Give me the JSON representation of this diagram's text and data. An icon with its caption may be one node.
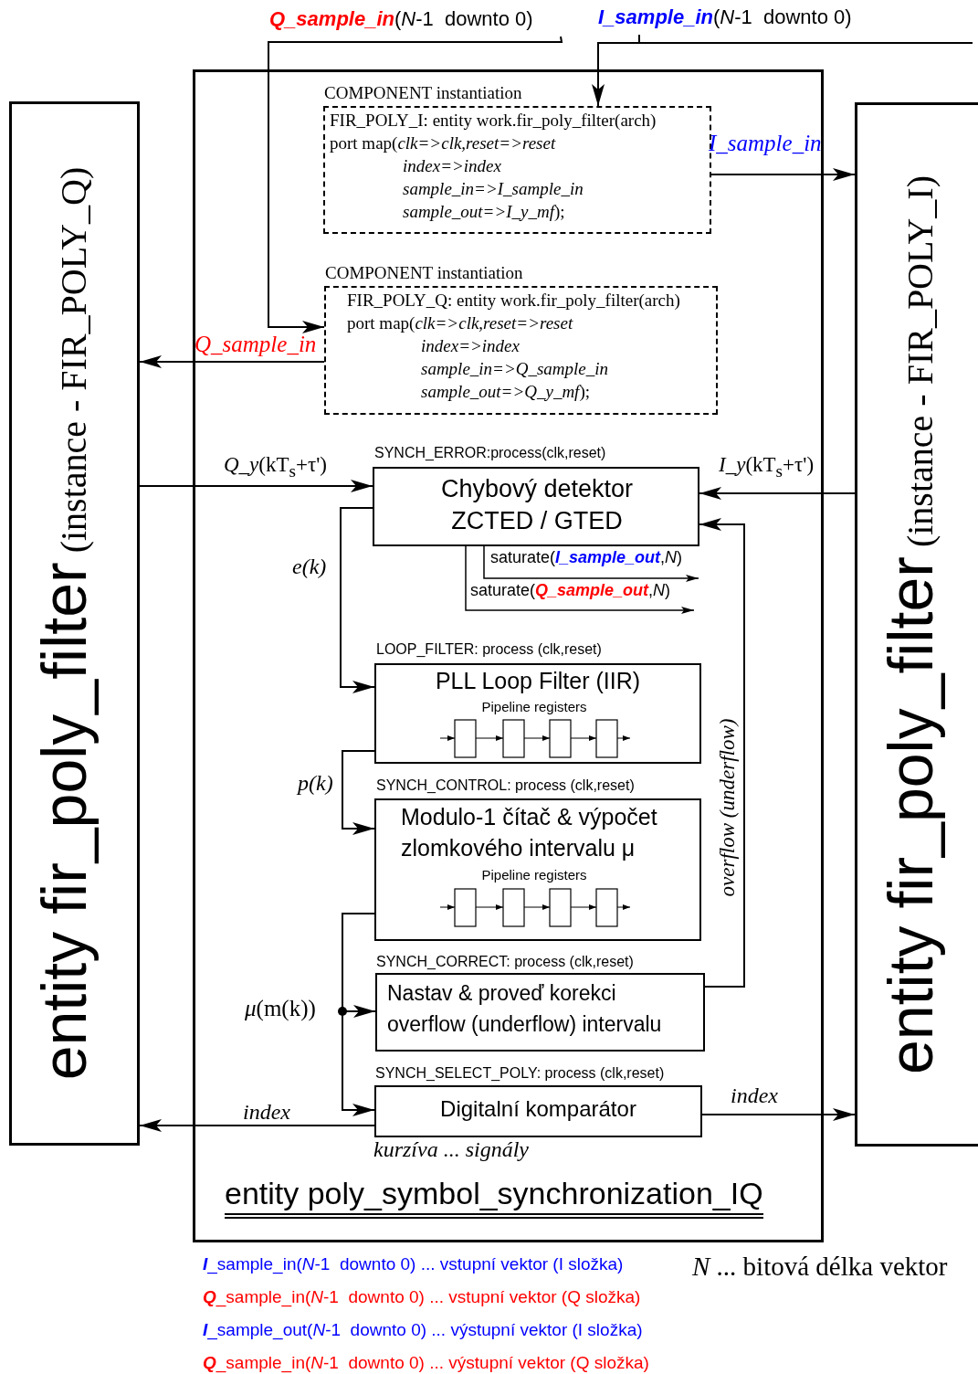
{
  "diagram": {
    "nodes": [
      {
        "text": [
          "entity fir_poly_filter",
          "(instance - FIR_POLY_Q)"
        ]
      },
      {
        "text": [
          "entity poly_symbol_synchronization_IQ"
        ]
      },
      {
        "text": [
          "entity fir_poly_filter",
          "(instance - FIR_POLY_I)"
        ]
      },
      {
        "text": [
          "COMPONENT instantiation",
          "FIR_POLY_I: entity work.fir_poly_filter(arch)",
          "port map(*clk=>clk,reset=>reset*",
          "index=>index",
          "sample_in=>I_sample_in",
          "*sample_out=>I_y_mf*);"
        ],
        "in": 1
      },
      {
        "text": [
          "COMPONENT instantiation",
          "FIR_POLY_Q: entity work.fir_poly_filter(arch)",
          "port map(*clk=>clk,reset=>reset*",
          "index=>index",
          "sample_in=>Q_sample_in",
          "*sample_out=>Q_y_mf*);"
        ],
        "in": 1
      },
      {
        "text": [
          "SYNCH_ERROR:process(clk,reset)",
          "Chybový detektor ZCTED / GTED"
        ],
        "in": 1
      },
      {
        "text": [
          "LOOP_FILTER: process (clk,reset)",
          "PLL Loop Filter (IIR)",
          "Pipeline registers"
        ],
        "in": 1
      },
      {
        "text": [
          "SYNCH_CONTROL: process (clk,reset)",
          "Modulo-1 čítač & výpočet zlomkového intervalu μ",
          "Pipeline registers"
        ],
        "in": 1
      },
      {
        "text": [
          "SYNCH_CORRECT: process (clk,reset)",
          "Nastav & proveď korekci overflow (underflow) intervalu"
        ],
        "in": 1
      },
      {
        "text": [
          "SYNCH_SELECT_POLY: process (clk,reset)",
          "Digitalní komparátor"
        ],
        "in": 1
      },
      {
        "text": [
          "**Q_sample_in**(*N*-1  downto 0)"
        ]
      },
      {
        "text": [
          "**I_sample_in**(*N*-1  downto 0)"
        ]
      }
    ],
    "edges": [
      {
        "from": 10,
        "to": 4,
        "arrow": "to"
      },
      {
        "from": 11,
        "to": 3,
        "arrow": "to"
      },
      {
        "from": 3,
        "to": 2,
        "arrow": "to",
        "label": "I_sample_in"
      },
      {
        "from": 4,
        "to": 0,
        "arrow": "to",
        "label": "Q_sample_in"
      },
      {
        "from": 0,
        "to": 5,
        "arrow": "to",
        "label": "*Q_y*(kT$_{s}$+τ')"
      },
      {
        "from": 2,
        "to": 5,
        "arrow": "to",
        "label": "*I_y*(kT$_{s}$+τ')"
      },
      {
        "from": 5,
        "to": 6,
        "arrow": "to",
        "label": "e(k)"
      },
      {
        "from": 6,
        "to": 7,
        "arrow": "to",
        "label": "p(k)"
      },
      {
        "from": 7,
        "to": 8,
        "arrow": "to",
        "label": "*μ*(m(k))"
      },
      {
        "from": 7,
        "to": 9,
        "arrow": "to"
      },
      {
        "from": 8,
        "to": 5,
        "arrow": "to",
        "label": "overflow (underflow)"
      },
      {
        "from": 5,
        "to": null,
        "arrow": "to",
        "label": "saturate(**I_sample_out**,*N*)"
      },
      {
        "from": 5,
        "to": null,
        "arrow": "to",
        "label": "saturate(**Q_sample_out**,*N*)"
      },
      {
        "from": 9,
        "to": 0,
        "arrow": "to",
        "label": "index"
      },
      {
        "from": 9,
        "to": 2,
        "arrow": "to",
        "label": "index"
      }
    ],
    "labels": [
      "kurzíva ... signály",
      "*N* ... bitová délka vektor",
      "**I**_sample_in(*N*-1  downto 0) ... vstupní vektor (I složka)",
      "**Q**_sample_in(*N*-1  downto 0) ... vstupní vektor (Q složka)",
      "**I**_sample_out(*N*-1  downto 0) ... výstupní vektor (I složka)",
      "**Q**_sample_in(*N*-1  downto 0) ... výstupní vektor (Q složka)"
    ]
  }
}
